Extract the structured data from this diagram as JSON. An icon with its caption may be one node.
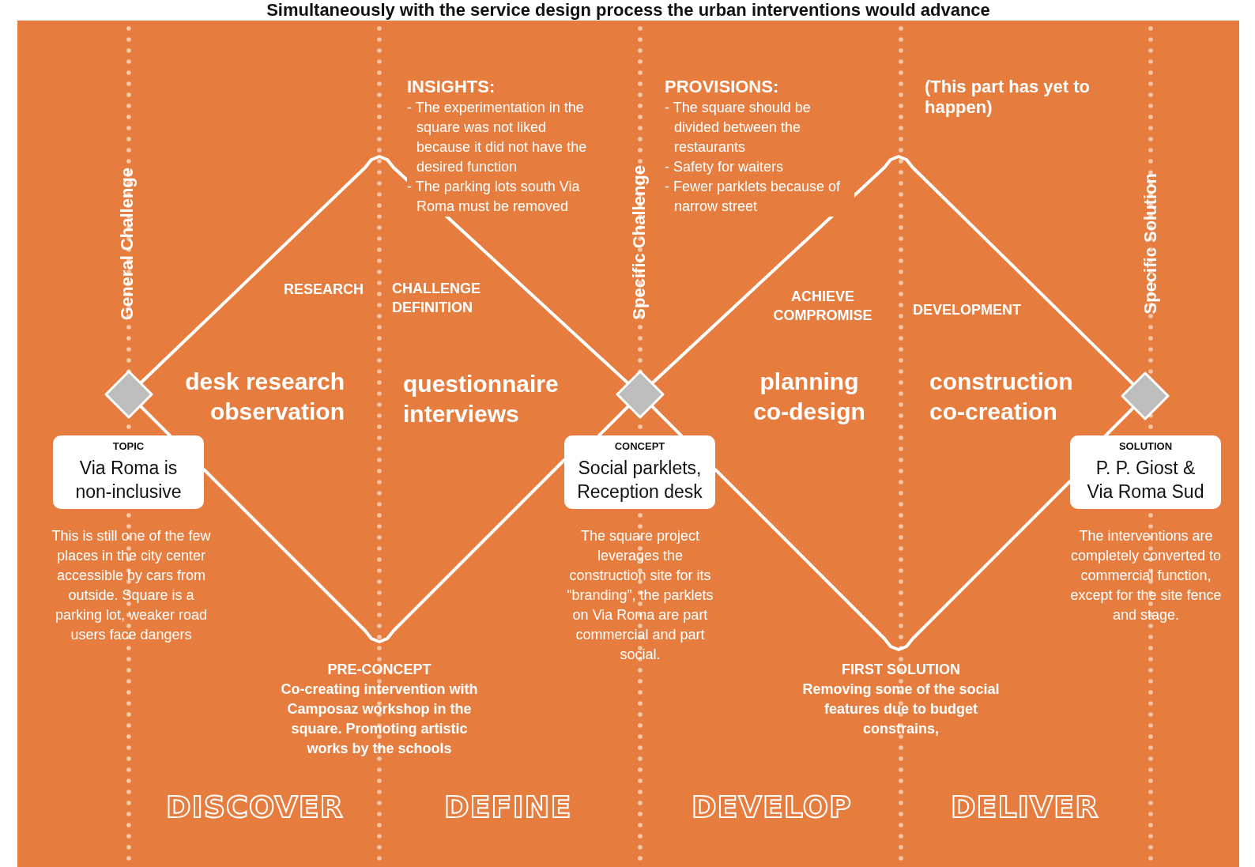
{
  "diagram": {
    "title": "Simultaneously with the service design process the urban interventions would advance",
    "nodes": [
      {
        "text": [],
        "shape": "diamond",
        "beside": [
          "General Challenge"
        ]
      },
      {
        "text": [
          "TOPIC",
          "Via Roma is non-inclusive"
        ],
        "beside": [
          "This is still one of the few places in the city center accessible by cars from outside. Square is a parking lot, weaker road users face dangers"
        ]
      },
      {
        "text": [],
        "shape": "diamond",
        "beside": [
          "Specific Challenge"
        ]
      },
      {
        "text": [
          "CONCEPT",
          "Social parklets, Reception desk"
        ],
        "beside": [
          "The square project leverages the construction site for its “branding”, the parklets on Via Roma are part commercial and part social."
        ]
      },
      {
        "text": [],
        "shape": "diamond",
        "beside": [
          "Specific Solution"
        ]
      },
      {
        "text": [
          "SOLUTION",
          "P. P. Giost & Via Roma Sud"
        ],
        "beside": [
          "The interventions are completely converted to commercial function, except for the site fence and stage."
        ]
      }
    ],
    "edges": [
      {
        "from": 0,
        "to": 2,
        "arrow": "none"
      },
      {
        "from": 0,
        "to": 1,
        "arrow": "none"
      },
      {
        "from": 1,
        "to": 3,
        "arrow": "none"
      },
      {
        "from": 2,
        "to": 3,
        "arrow": "none"
      },
      {
        "from": 2,
        "to": 4,
        "arrow": "none"
      },
      {
        "from": 2,
        "to": 3,
        "arrow": "none"
      },
      {
        "from": 3,
        "to": 5,
        "arrow": "none"
      },
      {
        "from": 4,
        "to": 5,
        "arrow": "none"
      }
    ],
    "labels": [
      "INSIGHTS:",
      "- The experimentation in the square was not liked because it did not have the desired function",
      "- The parking lots south Via Roma must be removed",
      "PROVISIONS:",
      "- The square should be divided between the restaurants",
      "- Safety for waiters",
      "- Fewer parklets because of narrow street",
      "(This part has yet to happen)",
      "RESEARCH",
      "CHALLENGE DEFINITION",
      "ACHIEVE COMPROMISE",
      "DEVELOPMENT",
      "desk research observation",
      "questionnaire interviews",
      "planning co-design",
      "construction co-creation",
      "PRE-CONCEPT",
      "Co-creating intervention with Camposaz workshop in the square. Promoting artistic works by the schools",
      "FIRST SOLUTION",
      "Removing some of the social features due to budget constrains,",
      "DISCOVER",
      "DEFINE",
      "DEVELOP",
      "DELIVER"
    ]
  }
}
